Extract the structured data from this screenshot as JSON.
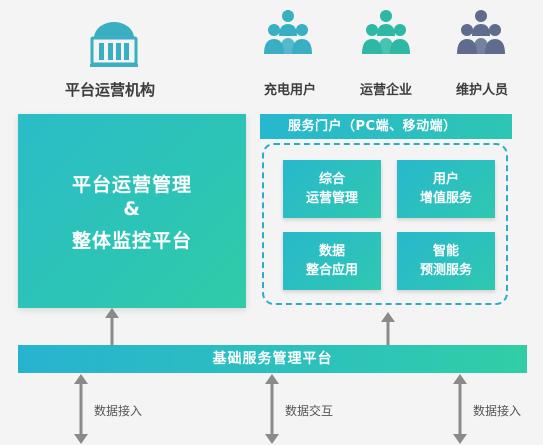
{
  "platform_org": {
    "icon": "bank-building-icon",
    "label": "平台运营机构"
  },
  "user_groups": [
    {
      "icon": "user-group-icon",
      "label": "充电用户",
      "color": "#3aaec3"
    },
    {
      "icon": "user-group-icon",
      "label": "运营企业",
      "color": "#2cb8a4"
    },
    {
      "icon": "user-group-icon",
      "label": "维护人员",
      "color": "#5f6c8e"
    }
  ],
  "main_platform": {
    "line1": "平台运营管理",
    "line2": "&",
    "line3": "整体监控平台"
  },
  "service_portal": {
    "label": "服务门户（PC端、移动端）"
  },
  "services": [
    {
      "line1": "综合",
      "line2": "运营管理"
    },
    {
      "line1": "用户",
      "line2": "增值服务"
    },
    {
      "line1": "数据",
      "line2": "整合应用"
    },
    {
      "line1": "智能",
      "line2": "预测服务"
    }
  ],
  "base_platform": {
    "label": "基础服务管理平台"
  },
  "data_links": [
    {
      "label": "数据接入"
    },
    {
      "label": "数据交互"
    },
    {
      "label": "数据接入"
    }
  ],
  "colors": {
    "teal": "#2cc4b6",
    "blue": "#27b7cf",
    "arrow": "#8a8a8a"
  }
}
